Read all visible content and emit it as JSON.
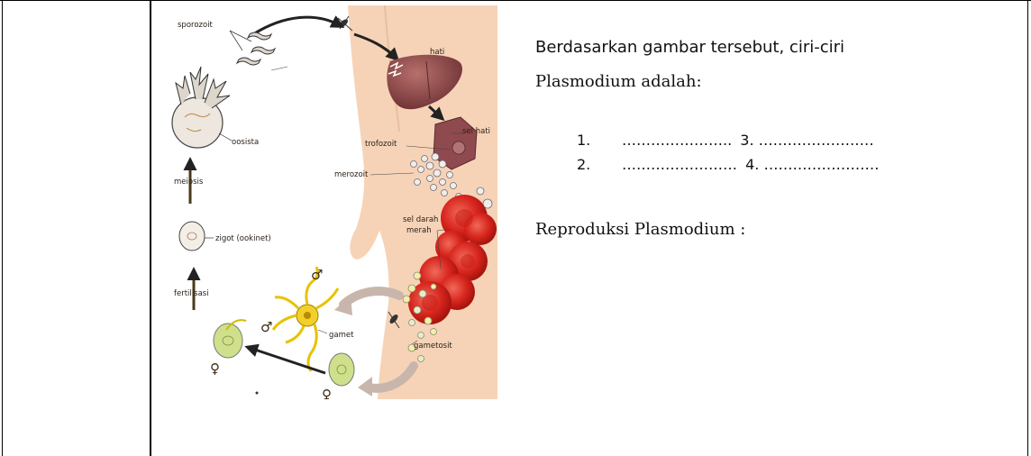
{
  "diagram": {
    "labels": {
      "sporozoit": "sporozoit",
      "hati": "hati",
      "sel_hati": "sel hati",
      "trofozoit": "trofozoit",
      "merozoit": "merozoit",
      "sel_darah": "sel darah",
      "merah": "merah",
      "oosista": "oosista",
      "meiosis": "meiosis",
      "zigot": "zigot (ookinet)",
      "fertilisasi": "fertilisasi",
      "gamet": "gamet",
      "gametosit": "gametosit"
    },
    "symbols": {
      "male": "♂",
      "female": "♀"
    }
  },
  "question": {
    "line1": "Berdasarkan gambar tersebut, ciri-ciri",
    "line2": "Plasmodium  adalah:",
    "items": [
      {
        "num": "1.",
        "blank_a": "…………………..",
        "num_b": "3.",
        "blank_b": "……………………"
      },
      {
        "num": "2.",
        "blank_a": "……………………",
        "num_b": "4.",
        "blank_b": "……………………"
      }
    ],
    "reproduction_label": "Reproduksi Plasmodium :"
  }
}
